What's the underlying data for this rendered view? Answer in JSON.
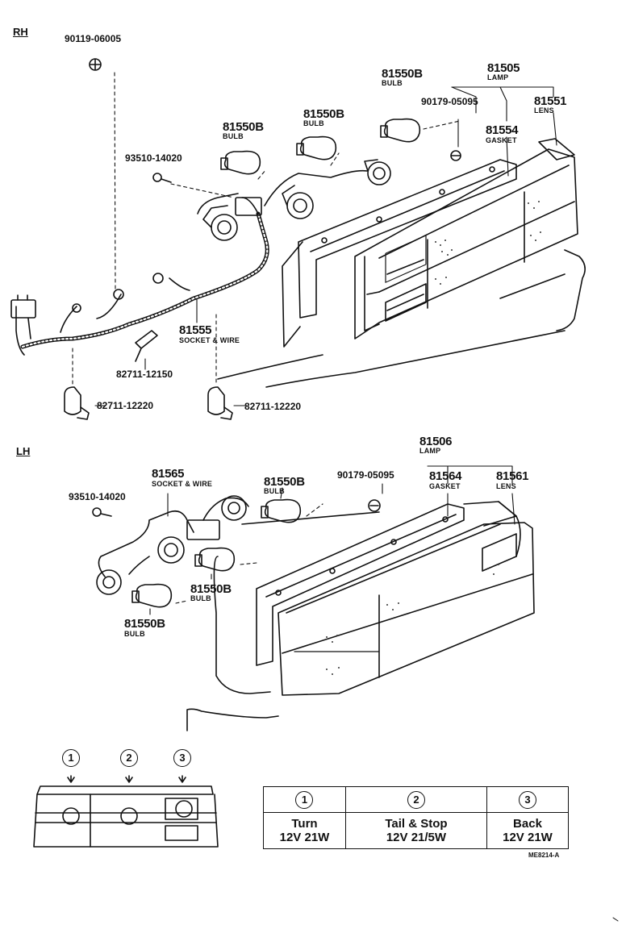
{
  "sections": {
    "rh": "RH",
    "lh": "LH"
  },
  "rh": {
    "screw_top": "90119-06005",
    "clip_screw": "93510-14020",
    "bulb_1": {
      "num": "81550B",
      "name": "BULB"
    },
    "bulb_2": {
      "num": "81550B",
      "name": "BULB"
    },
    "bulb_3": {
      "num": "81550B",
      "name": "BULB"
    },
    "lamp": {
      "num": "81505",
      "name": "LAMP"
    },
    "nut": "90179-05095",
    "gasket": {
      "num": "81554",
      "name": "GASKET"
    },
    "lens": {
      "num": "81551",
      "name": "LENS"
    },
    "socket_wire": {
      "num": "81555",
      "name": "SOCKET & WIRE"
    },
    "clamp_1": "82711-12150",
    "clamp_2": "82711-12220",
    "clamp_3": "82711-12220"
  },
  "lh": {
    "lamp": {
      "num": "81506",
      "name": "LAMP"
    },
    "socket_wire": {
      "num": "81565",
      "name": "SOCKET & WIRE"
    },
    "bulb_top": {
      "num": "81550B",
      "name": "BULB"
    },
    "nut": "90179-05095",
    "gasket": {
      "num": "81564",
      "name": "GASKET"
    },
    "lens": {
      "num": "81561",
      "name": "LENS"
    },
    "clip_screw": "93510-14020",
    "bulb_mid": {
      "num": "81550B",
      "name": "BULB"
    },
    "bulb_low": {
      "num": "81550B",
      "name": "BULB"
    }
  },
  "positions": [
    "1",
    "2",
    "3"
  ],
  "spec_table": {
    "headers": [
      "1",
      "2",
      "3"
    ],
    "rows": [
      {
        "name": "Turn",
        "spec": "12V 21W"
      },
      {
        "name": "Tail & Stop",
        "spec": "12V 21/5W"
      },
      {
        "name": "Back",
        "spec": "12V 21W"
      }
    ]
  },
  "figure_code": "ME8214-A",
  "colors": {
    "ink": "#111111",
    "paper": "#ffffff"
  }
}
